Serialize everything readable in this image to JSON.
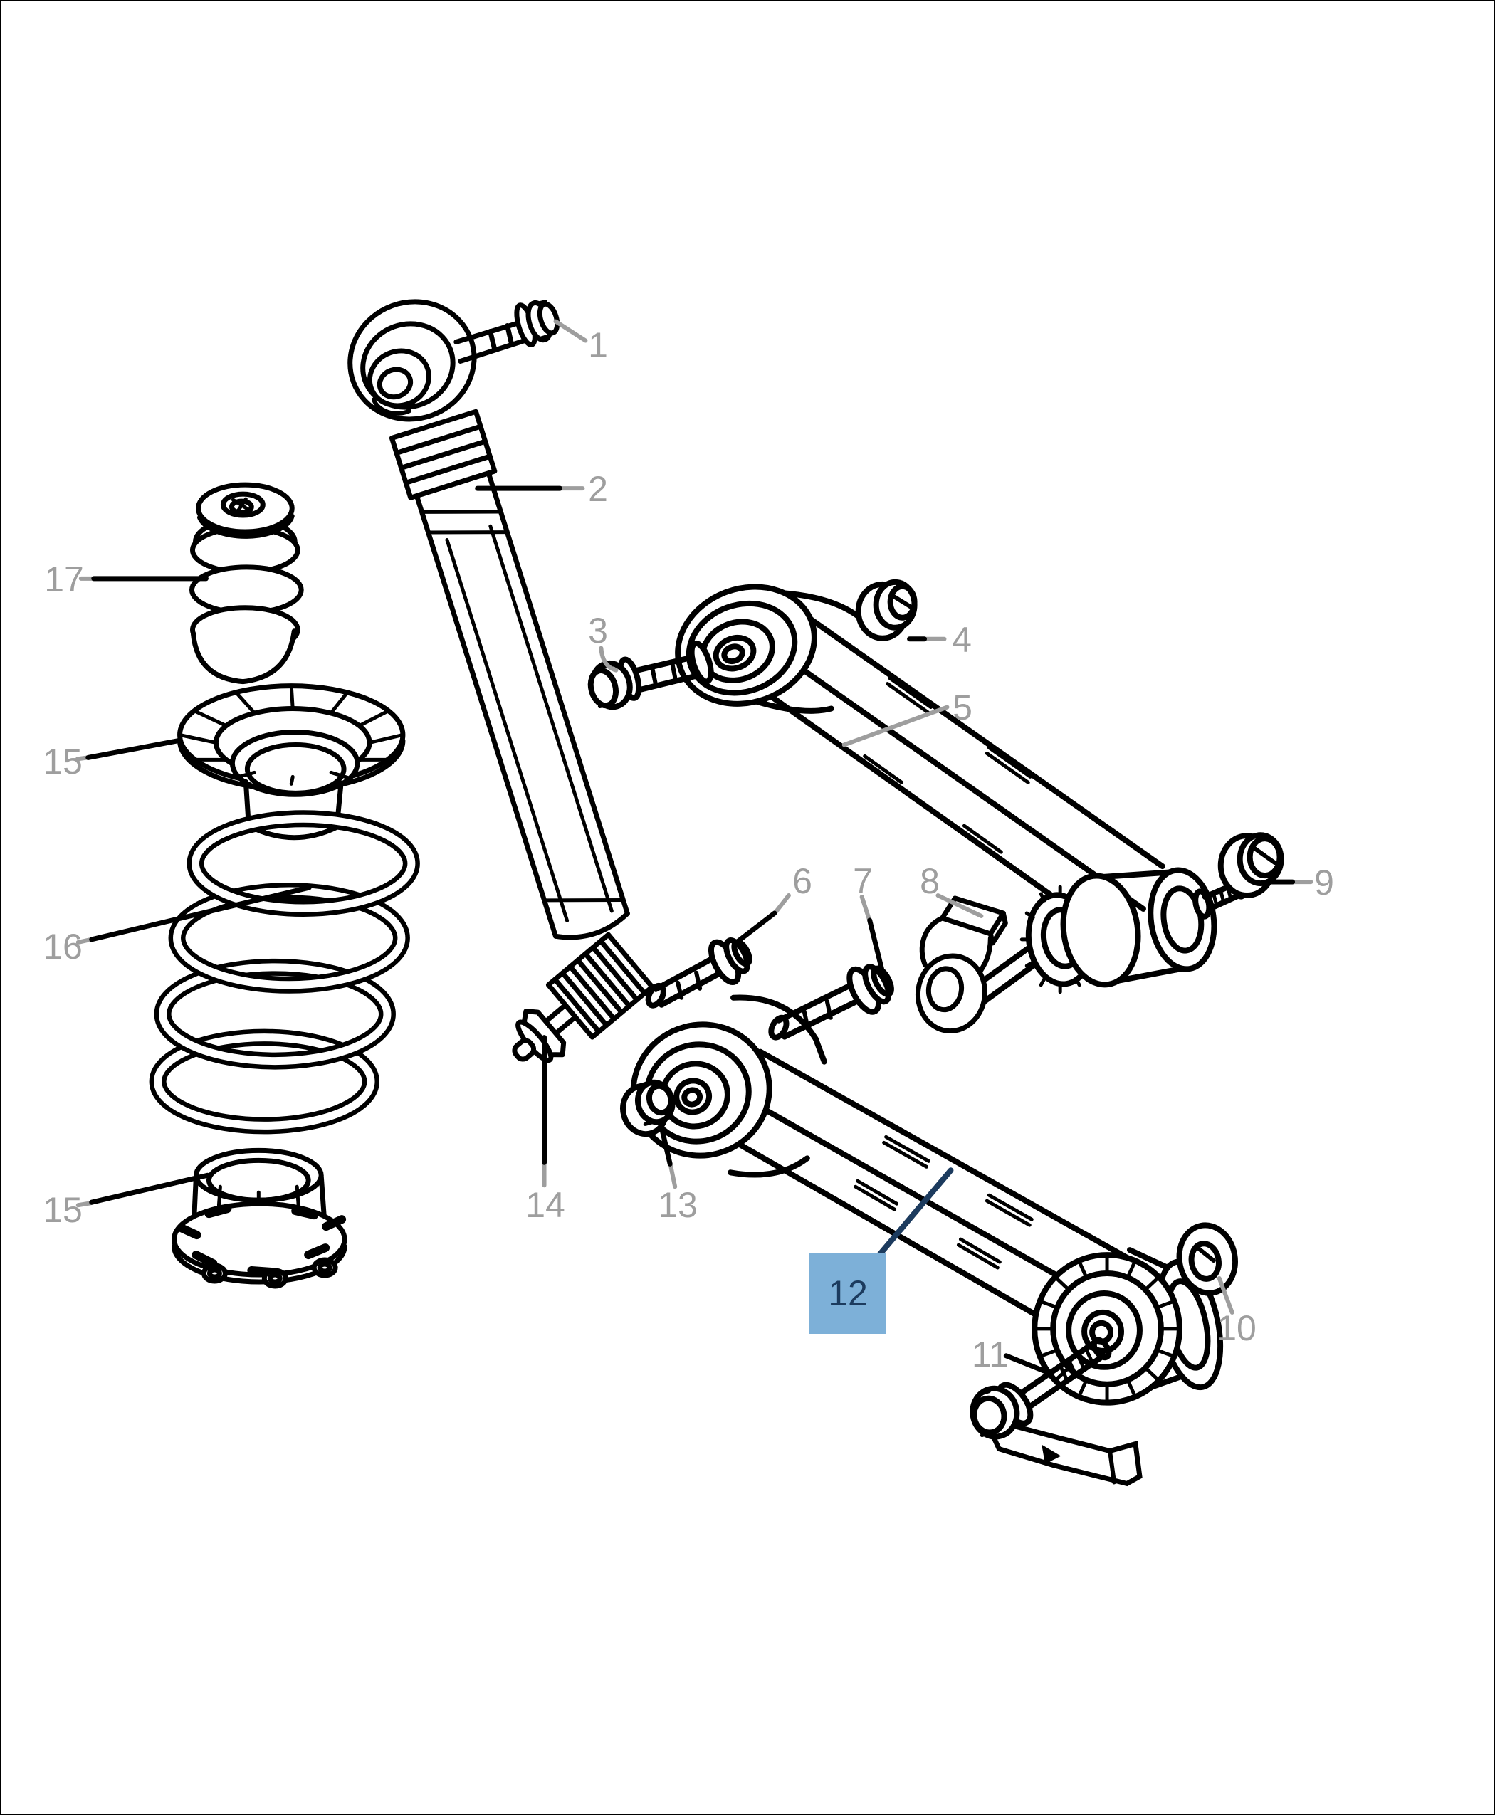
{
  "colors": {
    "background": "#ffffff",
    "line": "#000000",
    "callout_text": "#9e9e9e",
    "leader_gray": "#9e9e9e",
    "highlight_fill": "#7db0d8",
    "highlight_text": "#1c3b5e",
    "highlight_leader": "#1c3b5e"
  },
  "callouts": [
    {
      "label": "1",
      "highlighted": false
    },
    {
      "label": "2",
      "highlighted": false
    },
    {
      "label": "3",
      "highlighted": false
    },
    {
      "label": "4",
      "highlighted": false
    },
    {
      "label": "5",
      "highlighted": false
    },
    {
      "label": "6",
      "highlighted": false
    },
    {
      "label": "7",
      "highlighted": false
    },
    {
      "label": "8",
      "highlighted": false
    },
    {
      "label": "9",
      "highlighted": false
    },
    {
      "label": "10",
      "highlighted": false
    },
    {
      "label": "11",
      "highlighted": false
    },
    {
      "label": "12",
      "highlighted": true
    },
    {
      "label": "13",
      "highlighted": false
    },
    {
      "label": "14",
      "highlighted": false
    },
    {
      "label": "15",
      "highlighted": false
    },
    {
      "label": "16",
      "highlighted": false
    },
    {
      "label": "15",
      "highlighted": false
    },
    {
      "label": "17",
      "highlighted": false
    }
  ],
  "parts": [
    {
      "callout": "1",
      "part": "shock-upper-mount-bolt"
    },
    {
      "callout": "2",
      "part": "shock-absorber"
    },
    {
      "callout": "3",
      "part": "upper-arm-front-bolt"
    },
    {
      "callout": "4",
      "part": "upper-arm-front-nut"
    },
    {
      "callout": "5",
      "part": "upper-control-arm"
    },
    {
      "callout": "6",
      "part": "lower-arm-pivot-bolt-short"
    },
    {
      "callout": "7",
      "part": "lower-arm-front-bolt"
    },
    {
      "callout": "8",
      "part": "link-bracket"
    },
    {
      "callout": "9",
      "part": "upper-arm-rear-nut"
    },
    {
      "callout": "10",
      "part": "lower-arm-rear-washer"
    },
    {
      "callout": "11",
      "part": "lower-arm-rear-bolt-with-bracket"
    },
    {
      "callout": "12",
      "part": "lower-control-arm"
    },
    {
      "callout": "13",
      "part": "lower-arm-front-nut"
    },
    {
      "callout": "14",
      "part": "shock-lower-mount-nut"
    },
    {
      "callout": "15",
      "part": "spring-isolator-upper"
    },
    {
      "callout": "16",
      "part": "coil-spring"
    },
    {
      "callout": "15b",
      "part": "spring-isolator-lower"
    },
    {
      "callout": "17",
      "part": "jounce-bumper"
    }
  ]
}
